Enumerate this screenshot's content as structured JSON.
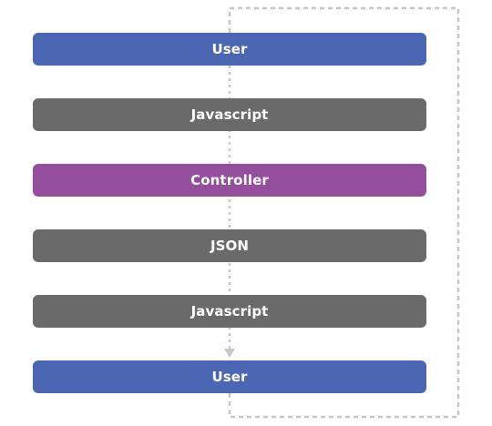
{
  "diagram": {
    "boxes": [
      {
        "label": "User",
        "color": "#4b66b2"
      },
      {
        "label": "Javascript",
        "color": "#6a6a6a"
      },
      {
        "label": "Controller",
        "color": "#944f9c"
      },
      {
        "label": "JSON",
        "color": "#6a6a6a"
      },
      {
        "label": "Javascript",
        "color": "#6a6a6a"
      },
      {
        "label": "User",
        "color": "#4b66b2"
      }
    ],
    "connector_color": "#c8c8c8"
  }
}
